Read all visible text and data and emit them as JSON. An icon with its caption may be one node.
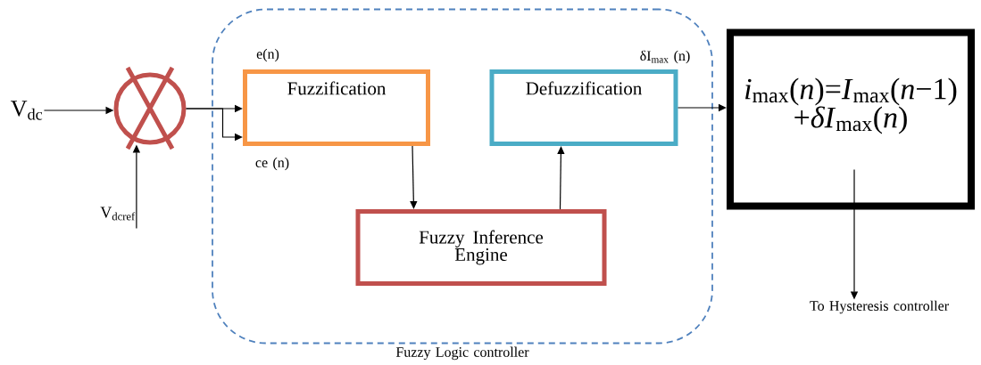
{
  "diagram": {
    "nodes": [
      {
        "text": [
          "Fuzzy Logic controller"
        ]
      },
      {
        "text": [],
        "shape": "circle"
      },
      {
        "text": [
          "Fuzzification"
        ],
        "in": 0
      },
      {
        "text": [
          "Defuzzification"
        ],
        "in": 0
      },
      {
        "text": [
          "Fuzzy Inference Engine"
        ],
        "in": 0
      },
      {
        "text": [
          "*i*$_{max}$(*n*)=*I*$_{max}$(*n*−1) +*δI*$_{max}$(*n*)"
        ]
      },
      {
        "text": [
          "V$_{dc}$"
        ]
      },
      {
        "text": [
          "V$_{dcref}$"
        ]
      },
      {
        "text": [
          "To Hysteresis controller"
        ]
      }
    ],
    "edges": [
      {
        "from": 6,
        "to": 1,
        "arrow": "to"
      },
      {
        "from": 7,
        "to": 1,
        "arrow": "to"
      },
      {
        "from": 1,
        "to": 2,
        "arrow": "to",
        "label": "e(n)"
      },
      {
        "from": 1,
        "to": 2,
        "arrow": "to",
        "label": "ce (n)"
      },
      {
        "from": 2,
        "to": 4,
        "arrow": "to"
      },
      {
        "from": 4,
        "to": 3,
        "arrow": "to"
      },
      {
        "from": 3,
        "to": 5,
        "arrow": "to",
        "label": "δI$_{max}$ (n)"
      },
      {
        "from": 5,
        "to": 8,
        "arrow": "to"
      }
    ]
  }
}
